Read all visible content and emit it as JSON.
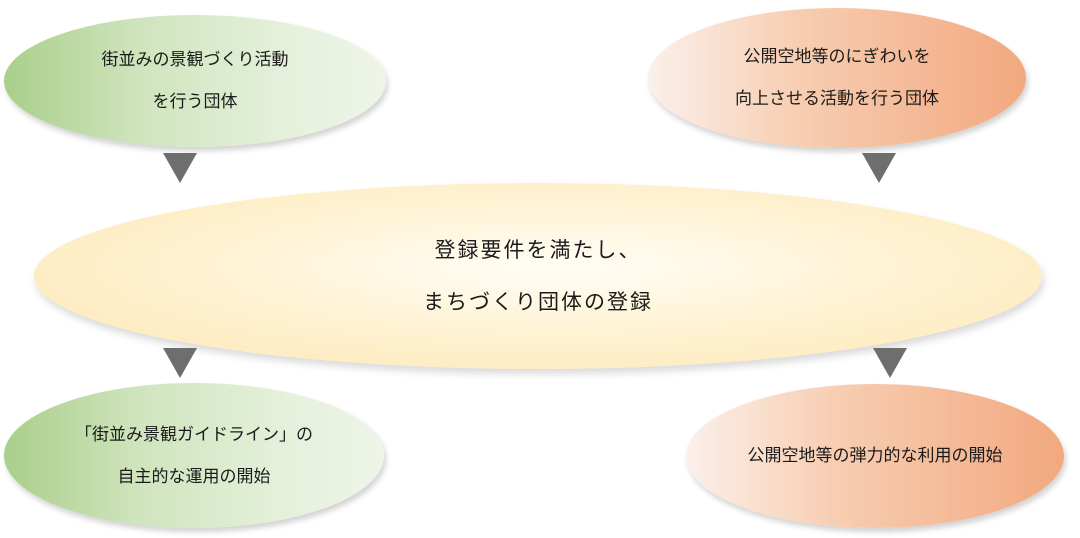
{
  "nodes": {
    "top_left": {
      "lines": [
        "街並みの景観づくり活動",
        "を行う団体"
      ]
    },
    "top_right": {
      "lines": [
        "公開空地等のにぎわいを",
        "向上させる活動を行う団体"
      ]
    },
    "center": {
      "lines": [
        "登録要件を満たし、",
        "まちづくり団体の登録"
      ]
    },
    "bottom_left": {
      "lines": [
        "「街並み景観ガイドライン」の",
        "自主的な運用の開始"
      ]
    },
    "bottom_right": {
      "lines": [
        "公開空地等の弾力的な利用の開始"
      ]
    }
  },
  "colors": {
    "green_node": "#cfe4bd",
    "orange_node": "#f2a87f",
    "center_node": "#fde6b0",
    "arrow": "#6e6e6e"
  },
  "icons": {
    "arrow": "down-triangle"
  }
}
